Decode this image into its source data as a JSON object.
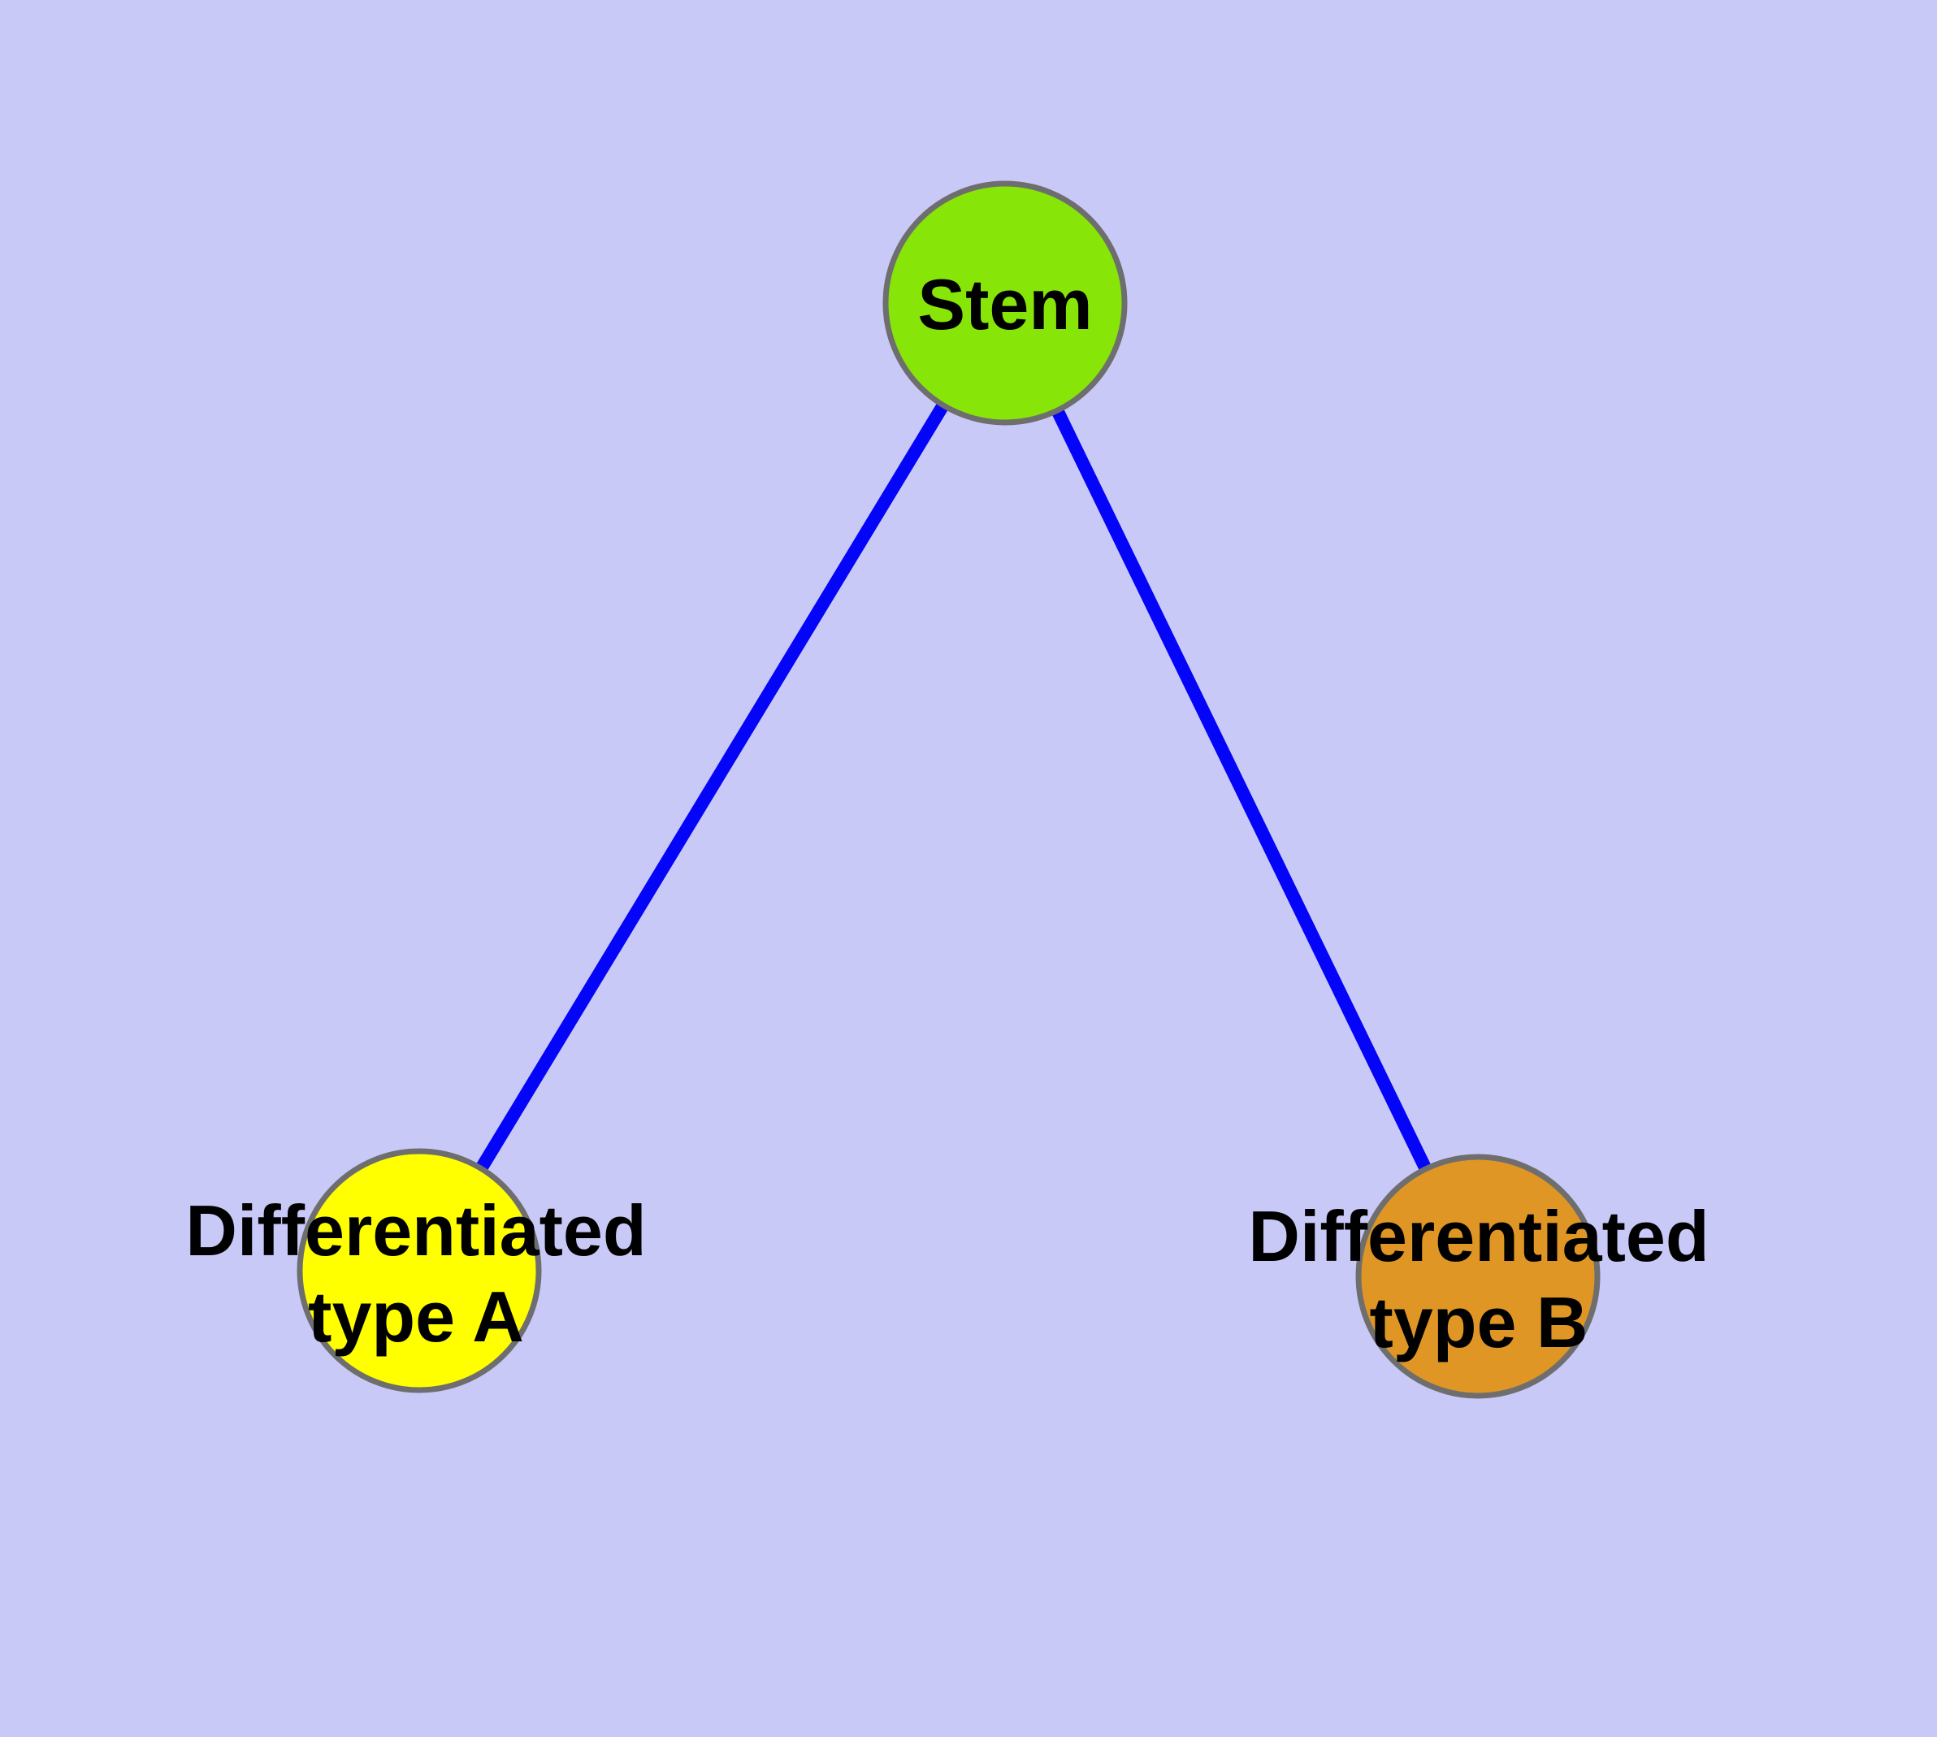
{
  "figure": {
    "background_color": "#C9C9F8",
    "edge_color": "#0404F8",
    "node_border_color": "#6E6E6E",
    "label_color": "#000000",
    "nodes": [
      {
        "id": "stem",
        "label": "Stem",
        "fill": "#87E608"
      },
      {
        "id": "typeA",
        "label": "Differentiated\ntype A",
        "fill": "#FFFF00"
      },
      {
        "id": "typeB",
        "label": "Differentiated\ntype B",
        "fill": "#E09624"
      }
    ],
    "edges": [
      {
        "from": "stem",
        "to": "typeA"
      },
      {
        "from": "stem",
        "to": "typeB"
      }
    ]
  }
}
